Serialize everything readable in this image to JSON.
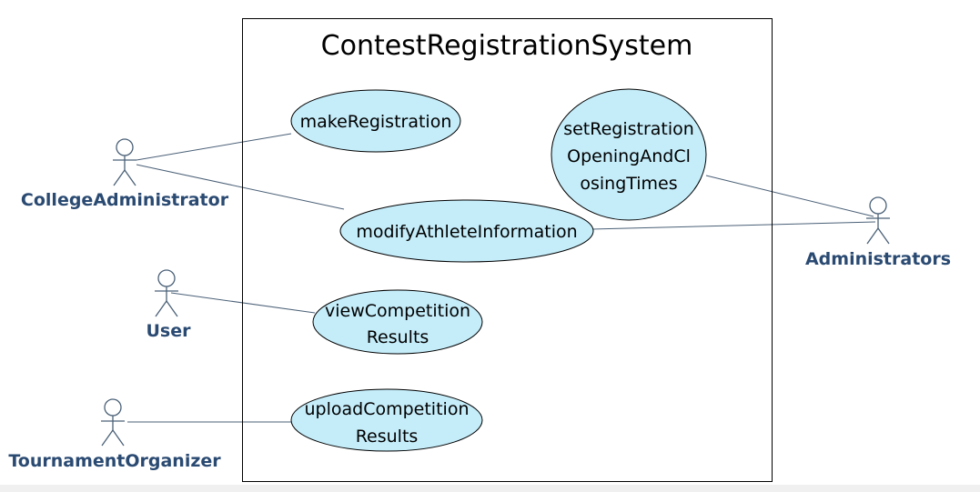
{
  "diagram": {
    "system_title": "ContestRegistrationSystem",
    "colors": {
      "usecase_fill": "#c4ecf9",
      "usecase_stroke": "#000000",
      "actor_color": "#4a6077",
      "label_color": "#2a4a72",
      "line_color": "#4a6077"
    },
    "actors": [
      {
        "id": "college_admin",
        "label": "CollegeAdministrator"
      },
      {
        "id": "user",
        "label": "User"
      },
      {
        "id": "organizer",
        "label": "TournamentOrganizer"
      },
      {
        "id": "admins",
        "label": "Administrators"
      }
    ],
    "use_cases": [
      {
        "id": "make_reg",
        "lines": [
          "makeRegistration"
        ]
      },
      {
        "id": "modify_info",
        "lines": [
          "modifyAthleteInformation"
        ]
      },
      {
        "id": "view_results",
        "lines": [
          "viewCompetition",
          "Results"
        ]
      },
      {
        "id": "upload_results",
        "lines": [
          "uploadCompetition",
          "Results"
        ]
      },
      {
        "id": "set_times",
        "lines": [
          "setRegistration",
          "OpeningAndCl",
          "osingTimes"
        ]
      }
    ],
    "associations": [
      {
        "actor": "college_admin",
        "use_case": "make_reg"
      },
      {
        "actor": "college_admin",
        "use_case": "modify_info"
      },
      {
        "actor": "user",
        "use_case": "view_results"
      },
      {
        "actor": "organizer",
        "use_case": "upload_results"
      },
      {
        "actor": "admins",
        "use_case": "set_times"
      },
      {
        "actor": "admins",
        "use_case": "modify_info"
      }
    ]
  }
}
